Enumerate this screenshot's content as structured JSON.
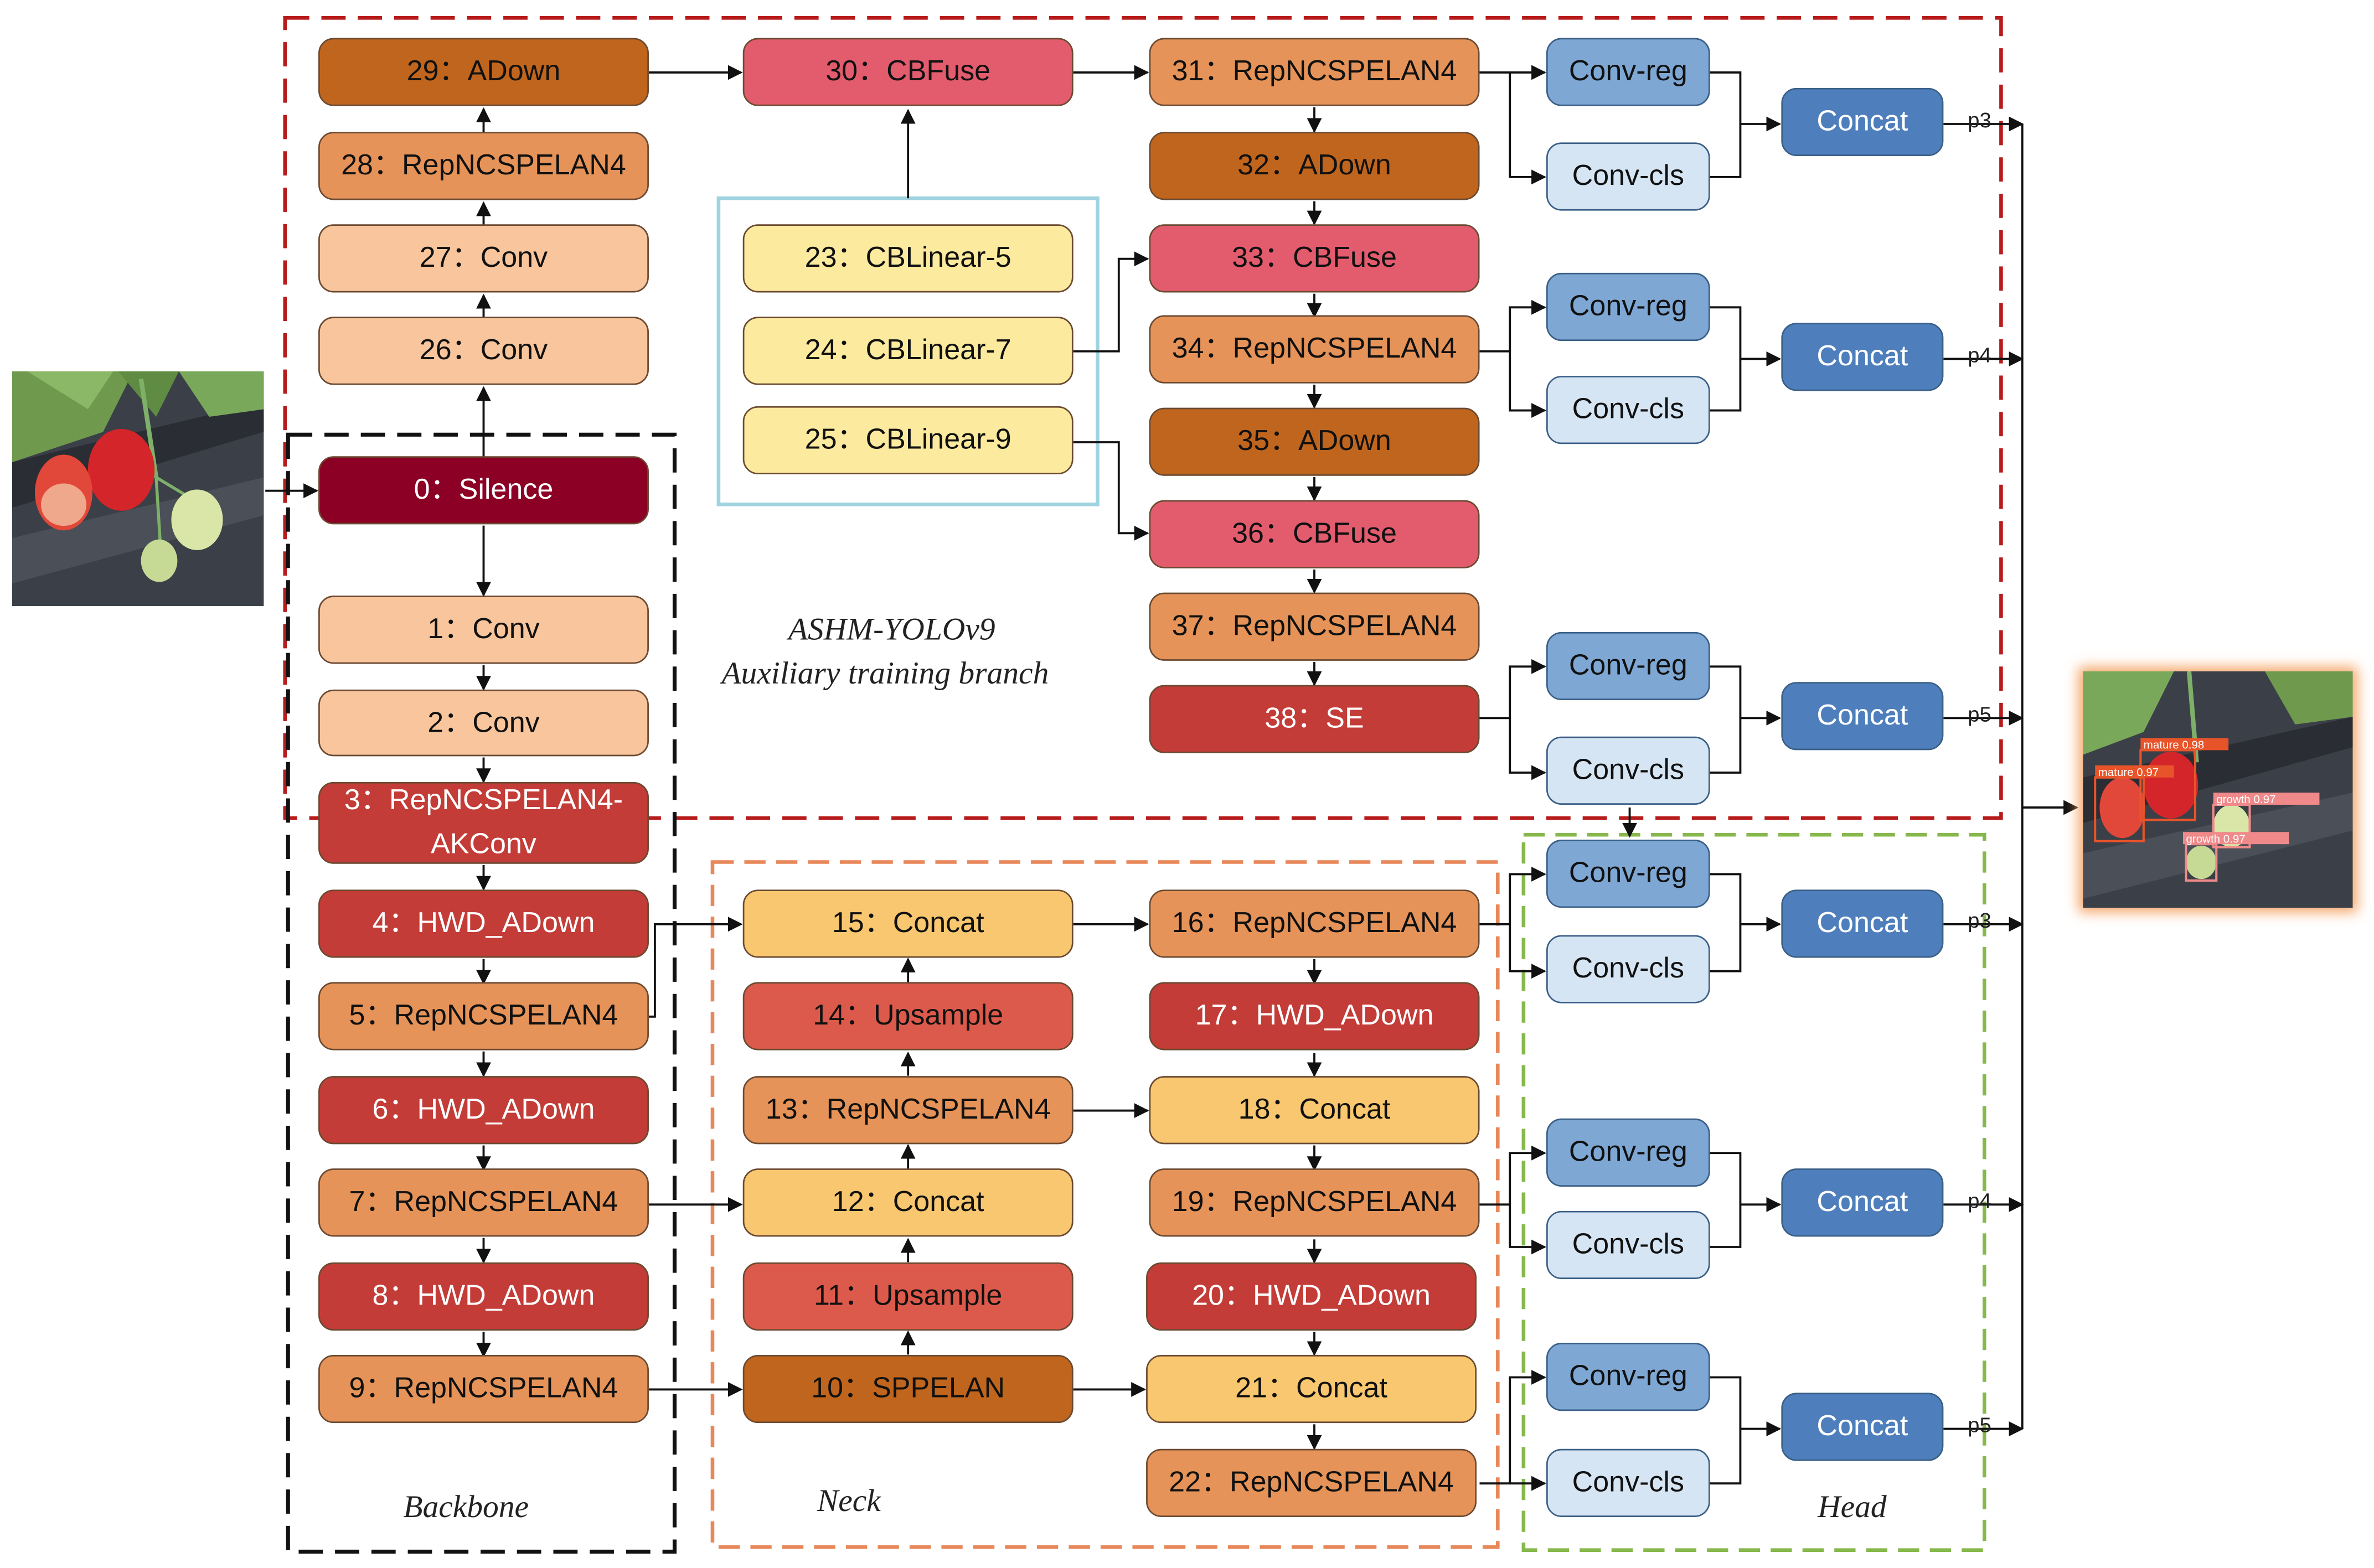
{
  "nodes": {
    "n0": "0：Silence",
    "n1": "1：Conv",
    "n2": "2：Conv",
    "n3": "3：RepNCSPELAN4-AKConv",
    "n4": "4：HWD_ADown",
    "n5": "5：RepNCSPELAN4",
    "n6": "6：HWD_ADown",
    "n7": "7：RepNCSPELAN4",
    "n8": "8：HWD_ADown",
    "n9": "9：RepNCSPELAN4",
    "n10": "10：SPPELAN",
    "n11": "11：Upsample",
    "n12": "12：Concat",
    "n13": "13：RepNCSPELAN4",
    "n14": "14：Upsample",
    "n15": "15：Concat",
    "n16": "16：RepNCSPELAN4",
    "n17": "17：HWD_ADown",
    "n18": "18：Concat",
    "n19": "19：RepNCSPELAN4",
    "n20": "20：HWD_ADown",
    "n21": "21：Concat",
    "n22": "22：RepNCSPELAN4",
    "n23": "23：CBLinear-5",
    "n24": "24：CBLinear-7",
    "n25": "25：CBLinear-9",
    "n26": "26：Conv",
    "n27": "27：Conv",
    "n28": "28：RepNCSPELAN4",
    "n29": "29：ADown",
    "n30": "30：CBFuse",
    "n31": "31：RepNCSPELAN4",
    "n32": "32：ADown",
    "n33": "33：CBFuse",
    "n34": "34：RepNCSPELAN4",
    "n35": "35：ADown",
    "n36": "36：CBFuse",
    "n37": "37：RepNCSPELAN4",
    "n38": "38：SE"
  },
  "head_labels": {
    "conv_reg": "Conv-reg",
    "conv_cls": "Conv-cls",
    "concat": "Concat"
  },
  "outputs": {
    "p3": "p3",
    "p4": "p4",
    "p5": "p5"
  },
  "regions": {
    "backbone": "Backbone",
    "neck": "Neck",
    "head": "Head",
    "aux_line1": "ASHM-YOLOv9",
    "aux_line2": "Auxiliary training branch"
  },
  "detections": {
    "d1": "mature 0.98",
    "d2": "mature 0.97",
    "d3": "growth 0.97",
    "d4": "growth 0.97"
  },
  "colors": {
    "silence": "#8b0024",
    "conv": "#f8c59c",
    "red_block": "#c33c37",
    "orange_block": "#e59358",
    "brown_block": "#c0651d",
    "concat_yellow": "#f8c76f",
    "upsample": "#dc5a4b",
    "cblinear": "#fcea9f",
    "cbfuse": "#e35c6e",
    "conv_reg": "#7ea7d4",
    "conv_cls": "#d6e5f3",
    "head_concat": "#4e7fbc",
    "backbone_border": "#111111",
    "neck_border": "#e8885a",
    "head_border": "#86b84c",
    "aux_border": "#b81b1b",
    "cb_group_border": "#9fd3e0"
  },
  "icons": {
    "input_image": "strawberry-photo",
    "output_image": "detection-result-photo"
  }
}
